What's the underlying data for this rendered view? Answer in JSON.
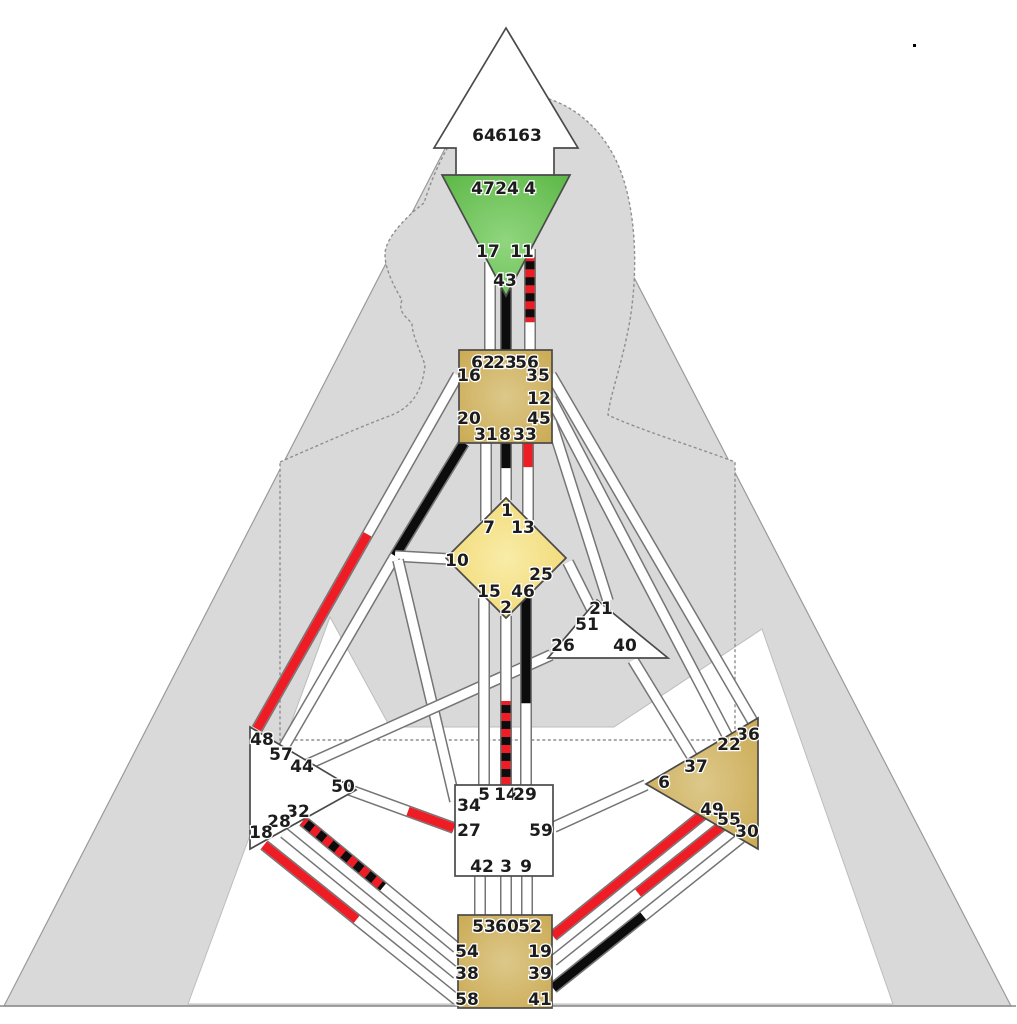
{
  "chart": {
    "type": "human-design-bodygraph",
    "palette": {
      "defined_tan": "#c9a84f",
      "defined_tan_light": "#ddc88a",
      "defined_green": "#58b542",
      "defined_green_light": "#90d67e",
      "defined_yellow": "#f0d261",
      "defined_yellow_light": "#f8eca8",
      "undefined_center": "#ffffff",
      "channel_red": "#ee1c25",
      "channel_black": "#0c0c0c",
      "channel_white": "#ffffff",
      "channel_border": "#757575",
      "center_outline": "#4a4a4a",
      "silhouette_gray": "#d9d9d9",
      "silhouette_outline": "#8f8f8f",
      "label_color": "#1c1c1c",
      "baseline_gray": "#8a8a8a"
    },
    "centers": [
      {
        "id": "head",
        "name": "Head",
        "state": "undefined",
        "fill": "undefined_center",
        "gates": [
          "64",
          "61",
          "63"
        ]
      },
      {
        "id": "ajna",
        "name": "Ajna",
        "state": "defined",
        "fill": "defined_green",
        "gates": [
          "47",
          "24",
          "4",
          "17",
          "11",
          "43"
        ]
      },
      {
        "id": "throat",
        "name": "Throat",
        "state": "defined",
        "fill": "defined_tan",
        "gates": [
          "62",
          "23",
          "56",
          "16",
          "35",
          "12",
          "20",
          "45",
          "31",
          "8",
          "33"
        ]
      },
      {
        "id": "g",
        "name": "G Center",
        "state": "defined",
        "fill": "defined_yellow",
        "gates": [
          "1",
          "7",
          "13",
          "10",
          "25",
          "15",
          "46",
          "2"
        ]
      },
      {
        "id": "heart",
        "name": "Heart",
        "state": "undefined",
        "fill": "undefined_center",
        "gates": [
          "21",
          "51",
          "26",
          "40"
        ]
      },
      {
        "id": "spleen",
        "name": "Spleen",
        "state": "undefined",
        "fill": "undefined_center",
        "gates": [
          "48",
          "57",
          "44",
          "50",
          "32",
          "28",
          "18"
        ]
      },
      {
        "id": "solar",
        "name": "Solar Plexus",
        "state": "defined",
        "fill": "defined_tan",
        "gates": [
          "36",
          "22",
          "37",
          "6",
          "49",
          "55",
          "30"
        ]
      },
      {
        "id": "sacral",
        "name": "Sacral",
        "state": "undefined",
        "fill": "undefined_center",
        "gates": [
          "5",
          "14",
          "29",
          "34",
          "27",
          "59",
          "42",
          "3",
          "9"
        ]
      },
      {
        "id": "root",
        "name": "Root",
        "state": "defined",
        "fill": "defined_tan",
        "gates": [
          "53",
          "60",
          "52",
          "54",
          "19",
          "38",
          "39",
          "58",
          "41"
        ]
      }
    ],
    "channels": [
      {
        "id": "64-47",
        "segments": []
      },
      {
        "id": "61-24",
        "segments": [
          {
            "from": 0.5,
            "to": 1,
            "color": "black"
          }
        ]
      },
      {
        "id": "63-4",
        "segments": [
          {
            "from": 0.5,
            "to": 1,
            "color": "red"
          }
        ]
      },
      {
        "id": "17-62",
        "segments": []
      },
      {
        "id": "43-23",
        "segments": [
          {
            "from": 0,
            "to": 1,
            "color": "black"
          }
        ]
      },
      {
        "id": "11-56",
        "segments": [
          {
            "from": 0.08,
            "to": 0.71,
            "color": "checker"
          }
        ]
      },
      {
        "id": "31-7",
        "segments": []
      },
      {
        "id": "8-1",
        "segments": [
          {
            "from": 0,
            "to": 0.46,
            "color": "black"
          }
        ]
      },
      {
        "id": "33-13",
        "segments": [
          {
            "from": 0,
            "to": 0.33,
            "color": "red"
          }
        ]
      },
      {
        "id": "35-36",
        "segments": []
      },
      {
        "id": "12-22",
        "segments": []
      },
      {
        "id": "45-21",
        "segments": []
      },
      {
        "id": "16-48",
        "segments": [
          {
            "from": 0.45,
            "to": 1,
            "color": "red"
          }
        ]
      },
      {
        "id": "20-junction",
        "segments": [
          {
            "from": 0,
            "to": 1,
            "color": "black"
          }
        ]
      },
      {
        "id": "junction-10",
        "segments": []
      },
      {
        "id": "junction-57",
        "segments": []
      },
      {
        "id": "junction-34",
        "segments": []
      },
      {
        "id": "44-26",
        "segments": []
      },
      {
        "id": "50-27",
        "segments": [
          {
            "from": 0.57,
            "to": 1,
            "color": "red"
          }
        ]
      },
      {
        "id": "32-54",
        "segments": [
          {
            "from": 0,
            "to": 0.52,
            "color": "checker"
          }
        ]
      },
      {
        "id": "28-38",
        "segments": []
      },
      {
        "id": "18-58",
        "segments": [
          {
            "from": 0,
            "to": 0.48,
            "color": "red"
          }
        ]
      },
      {
        "id": "15-5",
        "segments": []
      },
      {
        "id": "2-14",
        "segments": [
          {
            "from": 0.5,
            "to": 1,
            "color": "checker"
          }
        ]
      },
      {
        "id": "46-29",
        "segments": [
          {
            "from": 0,
            "to": 0.56,
            "color": "black"
          }
        ]
      },
      {
        "id": "51-25",
        "segments": []
      },
      {
        "id": "40-37",
        "segments": []
      },
      {
        "id": "6-59",
        "segments": []
      },
      {
        "id": "49-19",
        "segments": [
          {
            "from": 0,
            "to": 1,
            "color": "red"
          }
        ]
      },
      {
        "id": "55-39",
        "segments": [
          {
            "from": 0,
            "to": 0.5,
            "color": "red"
          }
        ]
      },
      {
        "id": "30-41",
        "segments": [
          {
            "from": 0.52,
            "to": 1,
            "color": "black"
          }
        ]
      },
      {
        "id": "42-53",
        "segments": []
      },
      {
        "id": "3-60",
        "segments": []
      },
      {
        "id": "9-52",
        "segments": []
      }
    ]
  }
}
